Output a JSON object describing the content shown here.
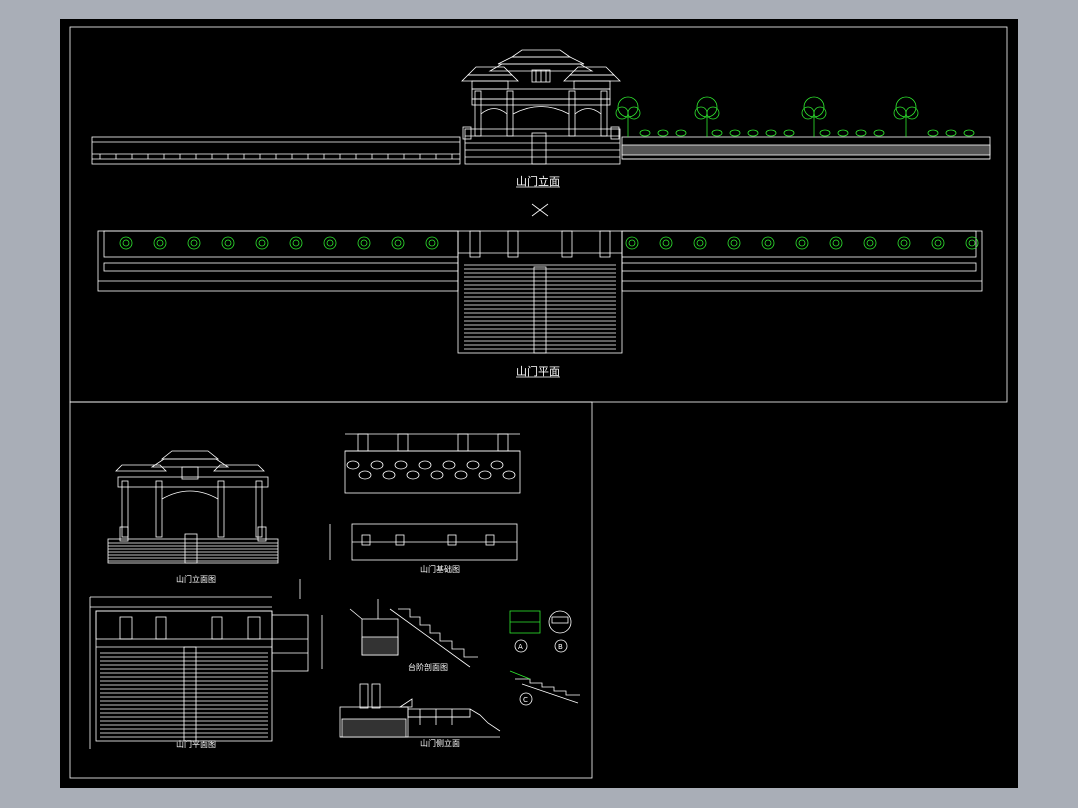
{
  "drawing": {
    "top": {
      "elevation_title": "山门立面",
      "plan_title": "山门平面"
    },
    "bottom_left": {
      "elevation_title": "山门立面图",
      "plan_title": "山门平面图",
      "foundation_title": "山门基础图",
      "stair_section_title": "台阶剖面图",
      "side_elevation_title": "山门侧立面",
      "detail_a": "A",
      "detail_b": "B",
      "detail_c": "C"
    }
  },
  "colors": {
    "background": "#000000",
    "frame": "#a9aeb7",
    "line": "#ffffff",
    "tree": "#2fe82f"
  }
}
